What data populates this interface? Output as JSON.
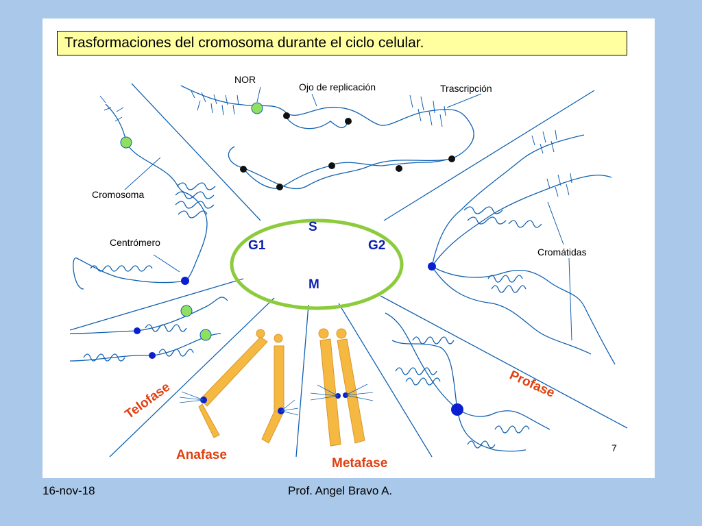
{
  "title": "Trasformaciones del cromosoma durante el ciclo celular.",
  "cycle": {
    "s": "S",
    "g1": "G1",
    "g2": "G2",
    "m": "M"
  },
  "labels": {
    "nor": "NOR",
    "replication_eye": "Ojo de replicación",
    "transcription": "Trascripción",
    "chromosome": "Cromosoma",
    "centromere": "Centrómero",
    "chromatids": "Cromátidas"
  },
  "phases": {
    "telophase": "Telofase",
    "anaphase": "Anafase",
    "metaphase": "Metafase",
    "prophase": "Profase"
  },
  "page_number": "7",
  "footer": {
    "date": "16-nov-18",
    "author": "Prof.  Angel Bravo A."
  },
  "colors": {
    "background": "#a9c8ea",
    "title_fill": "#ffffa0",
    "cycle_ring": "#8ccc3c",
    "chromatin": "#1060b0",
    "chromosome": "#f5b942",
    "centromere": "#0a1fd0",
    "nor": "#90e060",
    "phase_text": "#e04010"
  }
}
